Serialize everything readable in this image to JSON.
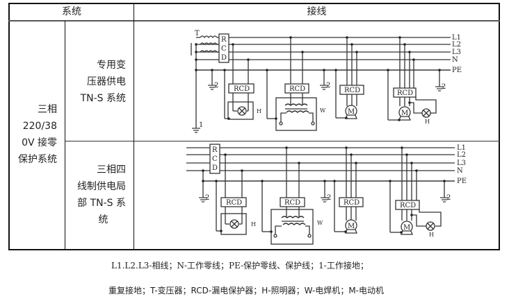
{
  "table": {
    "headers": {
      "system": "系统",
      "wiring": "接线"
    },
    "main_system": [
      "三相",
      "220/38",
      "0V 接零",
      "保护系统"
    ],
    "rows": [
      {
        "label_lines": [
          "专用变",
          "压器供电",
          "TN-S 系统"
        ]
      },
      {
        "label_lines": [
          "三相四",
          "线制供电局",
          "部 TN-S 系",
          "统"
        ]
      }
    ]
  },
  "diagram": {
    "bus_labels": [
      "L1",
      "L2",
      "L3",
      "N",
      "PE"
    ],
    "transformer_label": "T",
    "rcd_vertical": [
      "R",
      "C",
      "D"
    ],
    "rcd_label": "RCD",
    "lamp_label": "H",
    "welder_label": "W",
    "motor_label": "M",
    "work_ground_label": "1",
    "repeat_ground_label": "2"
  },
  "caption": {
    "line1": "L1.L2.L3-相线；N-工作零线；PE-保护零线、保护线；1-工作接地；",
    "line2": "重复接地；T-变压器；RCD-漏电保护器；H-照明器；W-电焊机；M-电动机"
  }
}
